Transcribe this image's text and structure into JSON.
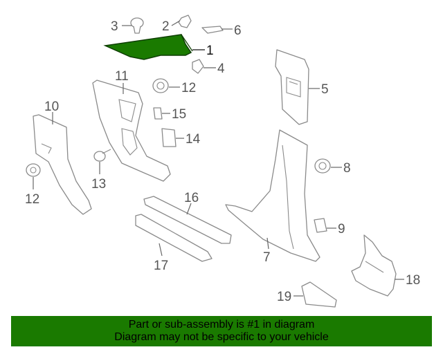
{
  "callouts": [
    {
      "id": "1",
      "label": "1",
      "highlight": true
    },
    {
      "id": "2",
      "label": "2"
    },
    {
      "id": "3",
      "label": "3"
    },
    {
      "id": "4",
      "label": "4"
    },
    {
      "id": "5",
      "label": "5"
    },
    {
      "id": "6",
      "label": "6"
    },
    {
      "id": "7",
      "label": "7"
    },
    {
      "id": "8",
      "label": "8"
    },
    {
      "id": "9",
      "label": "9"
    },
    {
      "id": "10",
      "label": "10"
    },
    {
      "id": "11",
      "label": "11"
    },
    {
      "id": "12a",
      "label": "12"
    },
    {
      "id": "12b",
      "label": "12"
    },
    {
      "id": "13",
      "label": "13"
    },
    {
      "id": "14",
      "label": "14"
    },
    {
      "id": "15",
      "label": "15"
    },
    {
      "id": "16",
      "label": "16"
    },
    {
      "id": "17",
      "label": "17"
    },
    {
      "id": "18",
      "label": "18"
    },
    {
      "id": "19",
      "label": "19"
    }
  ],
  "banner": {
    "line1": "Part or sub-assembly is #1 in diagram",
    "line2": "Diagram may not be specific to your vehicle"
  },
  "colors": {
    "highlight_part": "#1a7a00",
    "banner_bg": "#1a7a00",
    "outline": "#8a8a8a"
  }
}
